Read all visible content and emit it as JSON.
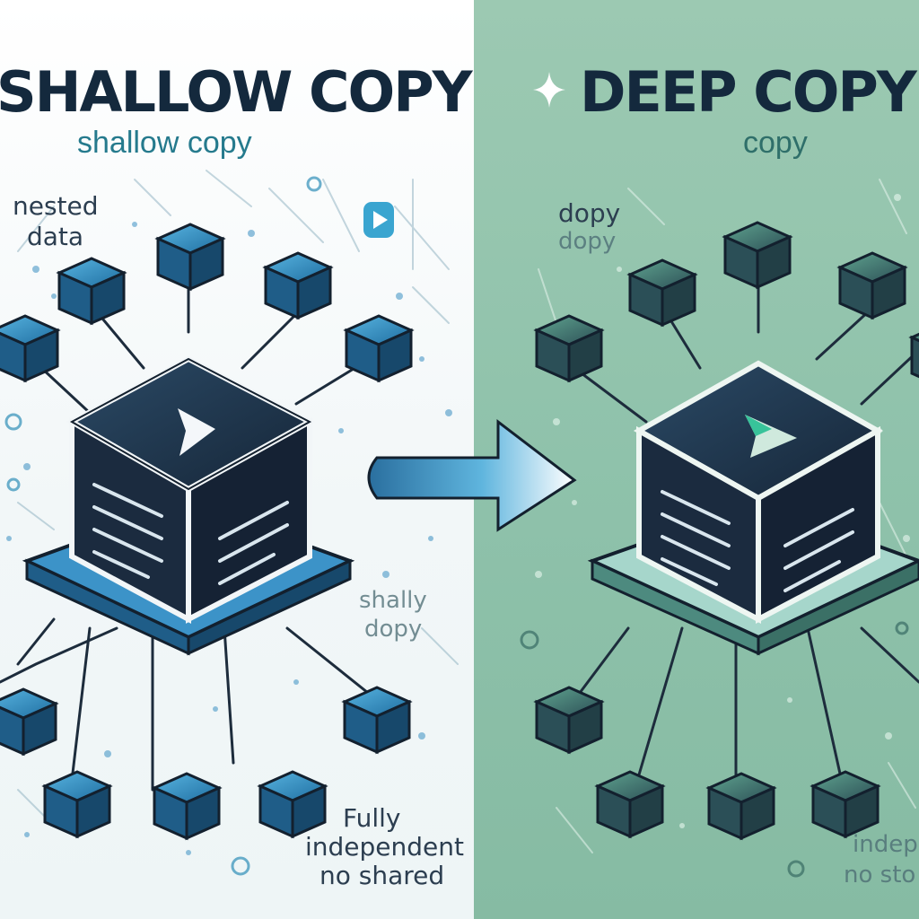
{
  "left": {
    "title": "SHALLOW COPY",
    "subtitle": "shallow copy",
    "nested_label_1": "nested",
    "nested_label_2": "data",
    "side_label_1": "shally",
    "side_label_2": "dopy",
    "footer_1": "Fully",
    "footer_2": "independent",
    "footer_3": "no shared"
  },
  "right": {
    "title": "DEEP COPY",
    "subtitle": "copy",
    "side_label_1": "dopy",
    "side_label_2": "dopy",
    "footer_1": "indep",
    "footer_2": "no sto"
  },
  "colors": {
    "left_bg": "#f4f8f9",
    "right_bg": "#8fc2ab",
    "cube_dark": "#1b2b3f",
    "cube_blue": "#2d7fb5",
    "cube_teal": "#3a6e6b",
    "arrow": "#2f7fb3",
    "title": "#14293d"
  },
  "icons": {
    "sparkle": "sparkle-icon",
    "play": "play-icon",
    "arrow": "arrow-right-icon"
  }
}
